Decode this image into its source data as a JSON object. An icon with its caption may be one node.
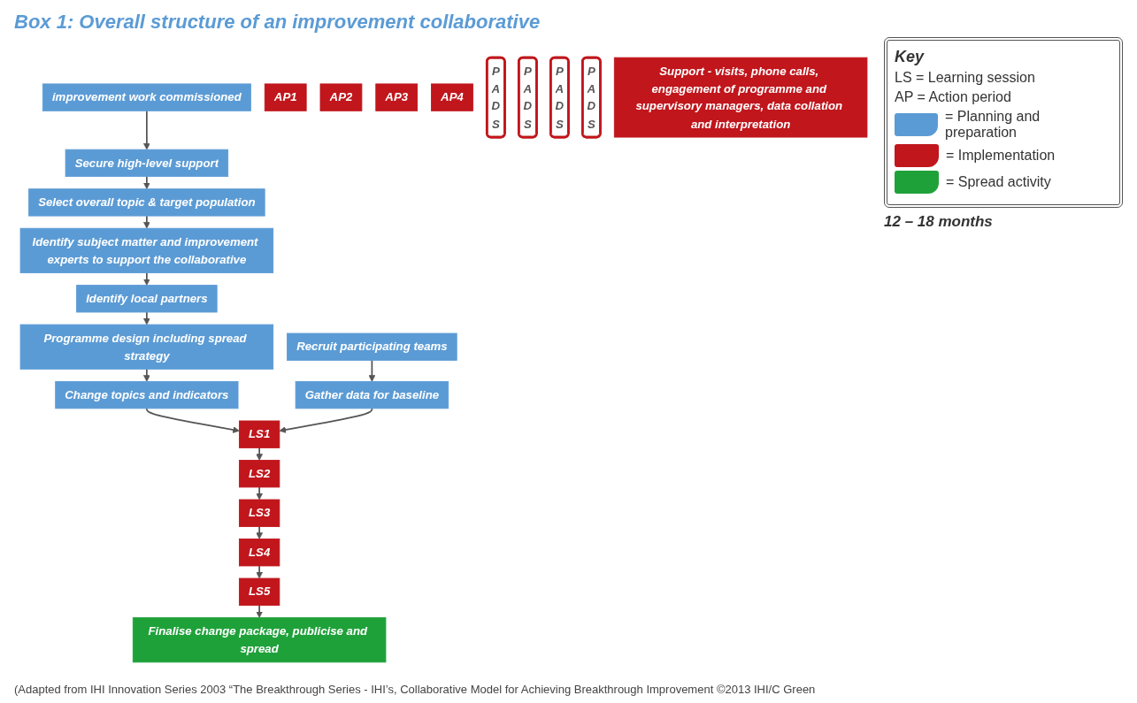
{
  "diagram": {
    "title": "Box 1: Overall structure of an improvement collaborative",
    "caption": "(Adapted from IHI Innovation Series 2003 “The Breakthrough Series - IHI’s, Collaborative Model for Achieving Breakthrough Improvement ©2013 IHI/C Green",
    "nodes": [
      {
        "text": [
          "improvement work commissioned"
        ]
      },
      {
        "text": [
          "Secure high-level support"
        ]
      },
      {
        "text": [
          "Select overall topic & target population"
        ]
      },
      {
        "text": [
          "Identify subject matter and improvement experts to support the collaborative"
        ]
      },
      {
        "text": [
          "Identify local partners"
        ]
      },
      {
        "text": [
          "Programme design including spread strategy"
        ]
      },
      {
        "text": [
          "Change topics and indicators"
        ]
      },
      {
        "text": [
          "Recruit participating teams"
        ]
      },
      {
        "text": [
          "Gather data for baseline"
        ]
      },
      {
        "text": [
          "AP1"
        ]
      },
      {
        "text": [
          "AP2"
        ]
      },
      {
        "text": [
          "AP3"
        ]
      },
      {
        "text": [
          "AP4"
        ]
      },
      {
        "text": [
          "P",
          "A",
          "D",
          "S"
        ]
      },
      {
        "text": [
          "P",
          "A",
          "D",
          "S"
        ]
      },
      {
        "text": [
          "P",
          "A",
          "D",
          "S"
        ]
      },
      {
        "text": [
          "P",
          "A",
          "D",
          "S"
        ]
      },
      {
        "text": [
          "LS1"
        ]
      },
      {
        "text": [
          "LS2"
        ]
      },
      {
        "text": [
          "LS3"
        ]
      },
      {
        "text": [
          "LS4"
        ]
      },
      {
        "text": [
          "LS5"
        ]
      },
      {
        "text": [
          "Finalise change package, publicise and spread"
        ]
      },
      {
        "text": [
          "Support - visits, phone calls, engagement of programme and supervisory managers, data collation and interpretation"
        ]
      }
    ],
    "edges": [
      {
        "from": 0,
        "to": 1,
        "arrow": "to"
      },
      {
        "from": 1,
        "to": 2,
        "arrow": "to"
      },
      {
        "from": 2,
        "to": 3,
        "arrow": "to"
      },
      {
        "from": 3,
        "to": 4,
        "arrow": "to"
      },
      {
        "from": 4,
        "to": 5,
        "arrow": "to"
      },
      {
        "from": 5,
        "to": 6,
        "arrow": "to"
      },
      {
        "from": 6,
        "to": 17,
        "arrow": "to"
      },
      {
        "from": 7,
        "to": 8,
        "arrow": "to"
      },
      {
        "from": 8,
        "to": 17,
        "arrow": "to"
      },
      {
        "from": 17,
        "to": 18,
        "arrow": "to"
      },
      {
        "from": 18,
        "to": 19,
        "arrow": "to"
      },
      {
        "from": 19,
        "to": 20,
        "arrow": "to"
      },
      {
        "from": 20,
        "to": 21,
        "arrow": "to"
      },
      {
        "from": 21,
        "to": 22,
        "arrow": "to"
      }
    ],
    "labels": [
      "Key",
      "12 – 18 months"
    ],
    "legend": [
      {
        "text": "LS = Learning session"
      },
      {
        "text": "AP = Action period"
      },
      {
        "text": "= Planning and preparation",
        "color": "#5b9bd5"
      },
      {
        "text": "= Implementation",
        "color": "#c0161c"
      },
      {
        "text": "= Spread activity",
        "color": "#1fa13a"
      }
    ]
  }
}
